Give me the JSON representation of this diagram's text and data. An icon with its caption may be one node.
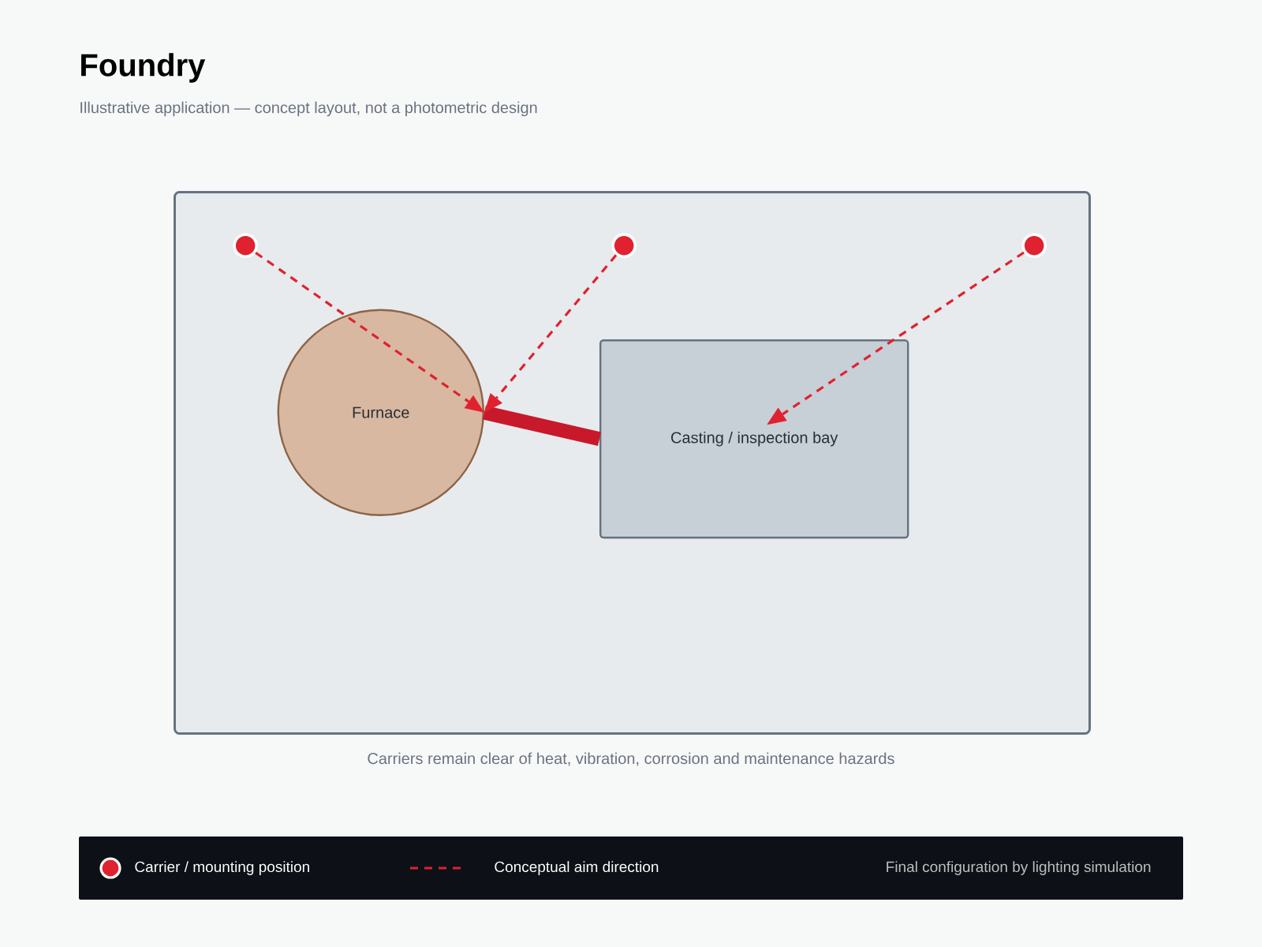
{
  "diagram": {
    "title": "Foundry",
    "caption": "Carriers remain clear of heat, vibration, corrosion and maintenance hazards",
    "nodes": [
      {
        "text": [],
        "shape": "box"
      },
      {
        "text": [
          "Furnace"
        ],
        "in": 0
      },
      {
        "text": [
          "Casting / inspection bay"
        ],
        "in": 0
      },
      {
        "text": [],
        "shape": "circle",
        "in": 0
      },
      {
        "text": [],
        "shape": "circle",
        "in": 0
      },
      {
        "text": [],
        "shape": "circle",
        "in": 0
      }
    ],
    "edges": [
      {
        "from": 1,
        "to": 2,
        "arrow": "none",
        "style": "thick",
        "color": "#c8192b"
      },
      {
        "from": 3,
        "to": 1,
        "arrow": "to",
        "style": "dashed",
        "color": "#e0212f"
      },
      {
        "from": 4,
        "to": 1,
        "arrow": "to",
        "style": "dashed",
        "color": "#e0212f"
      },
      {
        "from": 5,
        "to": 2,
        "arrow": "to",
        "style": "dashed",
        "color": "#e0212f"
      }
    ],
    "labels": [
      "Illustrative application — concept layout, not a photometric design",
      "Final configuration by lighting simulation"
    ],
    "legend": [
      {
        "text": "Carrier / mounting position"
      },
      {
        "text": "Conceptual aim direction"
      }
    ]
  }
}
